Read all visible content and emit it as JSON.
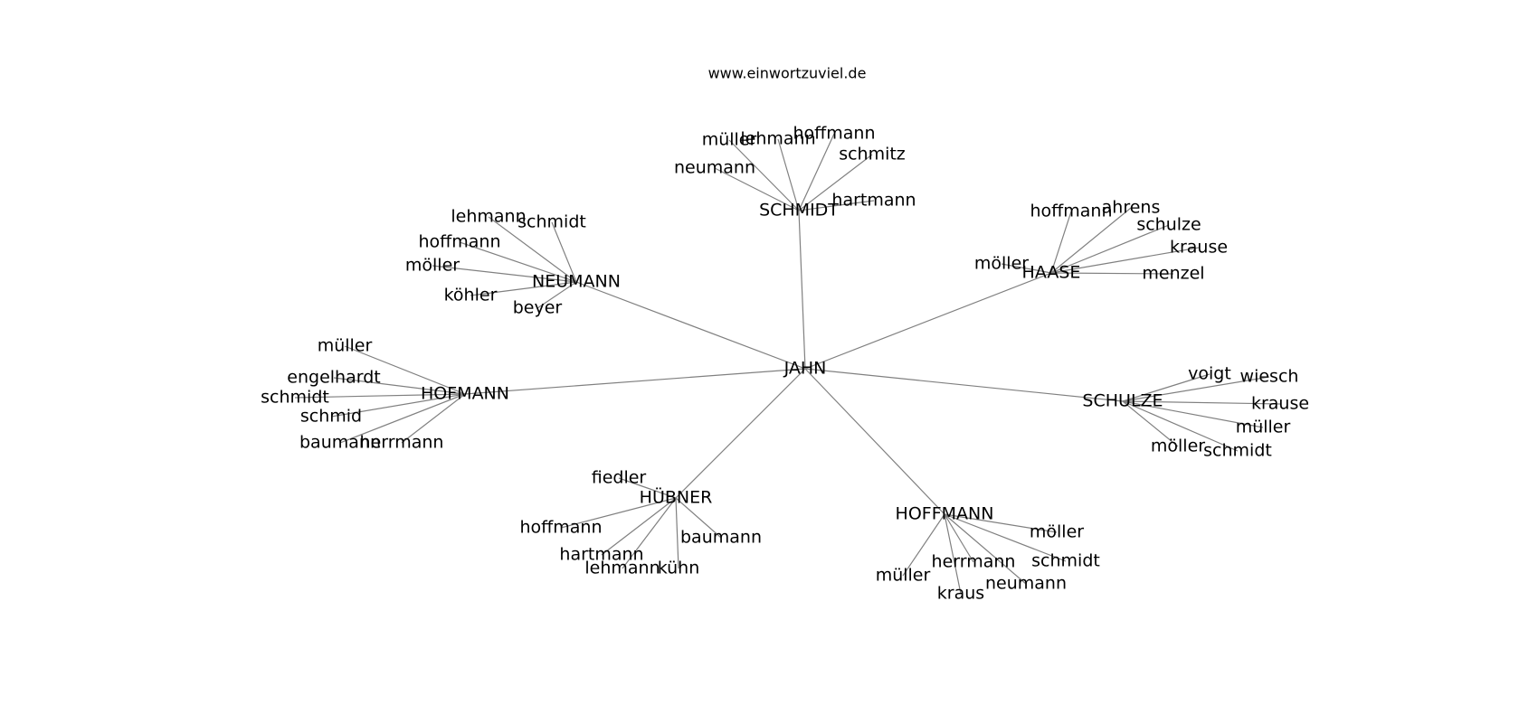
{
  "site": "www.einwortzuviel.de",
  "root": "JAHN",
  "clusters": [
    {
      "name": "SCHMIDT",
      "children": [
        "müller",
        "lehmann",
        "hoffmann",
        "schmitz",
        "neumann",
        "hartmann"
      ]
    },
    {
      "name": "NEUMANN",
      "children": [
        "lehmann",
        "schmidt",
        "hoffmann",
        "möller",
        "köhler",
        "beyer"
      ]
    },
    {
      "name": "HAASE",
      "children": [
        "hoffmann",
        "ahrens",
        "schulze",
        "krause",
        "möller",
        "menzel"
      ]
    },
    {
      "name": "HOFMANN",
      "children": [
        "müller",
        "engelhardt",
        "schmidt",
        "schmid",
        "baumann",
        "herrmann"
      ]
    },
    {
      "name": "SCHULZE",
      "children": [
        "voigt",
        "wiesch",
        "krause",
        "müller",
        "möller",
        "schmidt"
      ]
    },
    {
      "name": "HÜBNER",
      "children": [
        "fiedler",
        "hoffmann",
        "baumann",
        "hartmann",
        "lehmann",
        "kühn"
      ]
    },
    {
      "name": "HOFFMANN",
      "children": [
        "möller",
        "herrmann",
        "schmidt",
        "müller",
        "neumann",
        "kraus"
      ]
    }
  ]
}
